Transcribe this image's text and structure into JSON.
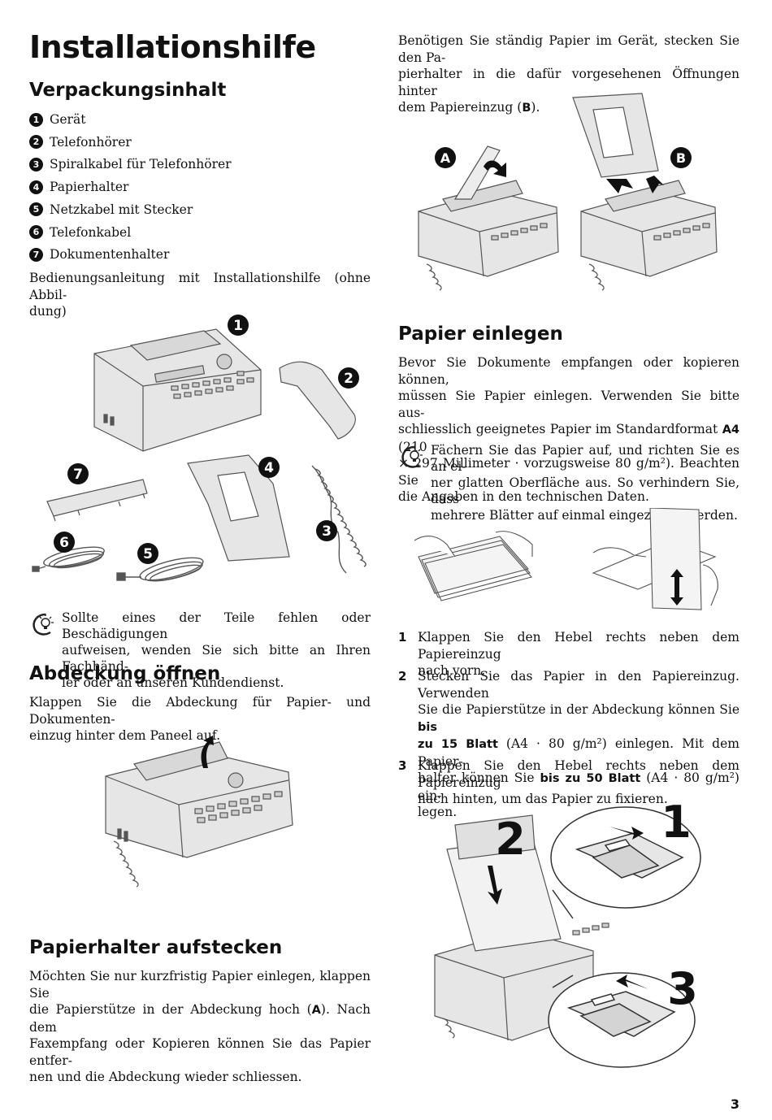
{
  "title": "Installationshilfe",
  "packaging": {
    "heading": "Verpackungsinhalt",
    "items": [
      {
        "n": "1",
        "label": "Gerät"
      },
      {
        "n": "2",
        "label": "Telefonhörer"
      },
      {
        "n": "3",
        "label": "Spiralkabel für Telefonhörer"
      },
      {
        "n": "4",
        "label": "Papierhalter"
      },
      {
        "n": "5",
        "label": "Netzkabel mit Stecker"
      },
      {
        "n": "6",
        "label": "Telefonkabel"
      },
      {
        "n": "7",
        "label": "Dokumentenhalter"
      }
    ],
    "note_line1": "Bedienungsanleitung mit Installationshilfe (ohne Abbil-",
    "note_line2": "dung)",
    "tip_line1": "Sollte eines der Teile fehlen oder Beschädigungen",
    "tip_line2": "aufweisen, wenden Sie sich bitte an Ihren Fachhänd-",
    "tip_line3": "ler oder an unseren Kundendienst."
  },
  "cover": {
    "heading": "Abdeckung öffnen",
    "line1": "Klappen Sie die Abdeckung für Papier- und Dokumenten-",
    "line2": "einzug hinter dem Paneel auf."
  },
  "holder": {
    "heading": "Papierhalter aufstecken",
    "line1": "Möchten Sie nur kurzfristig Papier einlegen, klappen Sie",
    "line2a": "die Papierstütze in der Abdeckung hoch (",
    "line2b": "A",
    "line2c": "). Nach dem",
    "line3": "Faxempfang oder Kopieren können Sie das Papier entfer-",
    "line4": "nen und die Abdeckung wieder schliessen.",
    "r_line1": "Benötigen Sie ständig Papier im Gerät, stecken Sie den Pa-",
    "r_line2": "pierhalter in die dafür vorgesehenen Öffnungen hinter",
    "r_line3a": "dem Papiereinzug (",
    "r_line3b": "B",
    "r_line3c": ").",
    "badge_a": "A",
    "badge_b": "B"
  },
  "paper": {
    "heading": "Papier einlegen",
    "line1": "Bevor Sie Dokumente empfangen oder kopieren können,",
    "line2": "müssen Sie Papier einlegen. Verwenden Sie bitte aus-",
    "line3a": "schliesslich geeignetes Papier im Standardformat ",
    "line3b": "A4",
    "line3c": " (210",
    "line4": "× 297 Millimeter · vorzugsweise 80 g/m²). Beachten Sie",
    "line5": "die Angaben in den technischen Daten.",
    "tip_line1": "Fächern Sie das Papier auf, und richten Sie es an ei-",
    "tip_line2": "ner glatten Oberfläche aus. So verhindern Sie, dass",
    "tip_line3": "mehrere Blätter auf einmal eingezogen werden.",
    "steps": [
      {
        "n": "1",
        "l1": "Klappen Sie den Hebel rechts neben dem Papiereinzug",
        "l2": "nach vorn."
      },
      {
        "n": "2",
        "l1a": "Stecken Sie das Papier in den Papiereinzug. Verwenden",
        "l2a": "Sie die Papierstütze in der Abdeckung können Sie ",
        "l2b": "bis",
        "l3b": "zu 15 Blatt",
        "l3c": " (A4 · 80 g/m²) einlegen. Mit dem Papier-",
        "l4a": "halter können Sie ",
        "l4b": "bis zu 50 Blatt",
        "l4c": " (A4 · 80 g/m²) ein-",
        "l5": "legen."
      },
      {
        "n": "3",
        "l1": "Klappen Sie den Hebel rechts neben dem Papiereinzug",
        "l2": "nach hinten, um das Papier zu fixieren."
      }
    ],
    "callouts": [
      "1",
      "2",
      "3"
    ]
  },
  "figure_numbers": [
    "1",
    "2",
    "3",
    "4",
    "5",
    "6",
    "7"
  ],
  "page_number": "3"
}
